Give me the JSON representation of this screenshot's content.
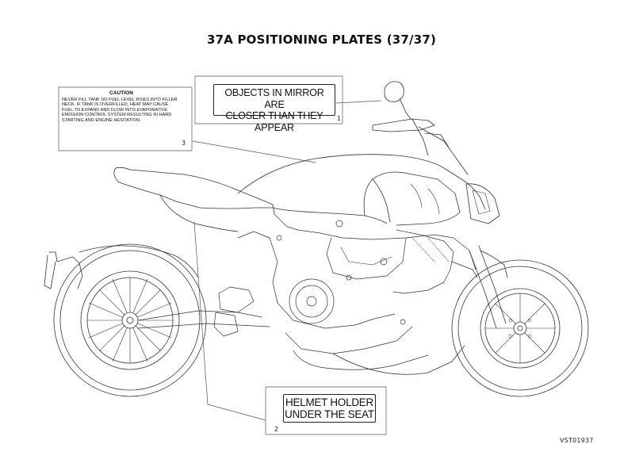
{
  "title": "37A POSITIONING PLATES (37/37)",
  "plates": {
    "caution": {
      "heading": "CAUTION",
      "body": "NEVER FILL TANK SO FUEL LEVEL RISES INTO FILLER\nNECK. IF TANK IS OVERFILLED, HEAT MAY CAUSE\nFUEL TO EXPAND AND FLOW INTO EVAPORATIVE\nEMISSION CONTROL SYSTEM RESULTING IN HARD\nSTARTING AND ENGINE HESITATION.",
      "number": "3"
    },
    "mirror": {
      "line1": "OBJECTS IN MIRROR ARE",
      "line2": "CLOSER THAN THEY APPEAR",
      "number": "1"
    },
    "helmet": {
      "line1": "HELMET HOLDER",
      "line2": "UNDER THE SEAT",
      "number": "2"
    }
  },
  "drawing_code": "VST01937"
}
